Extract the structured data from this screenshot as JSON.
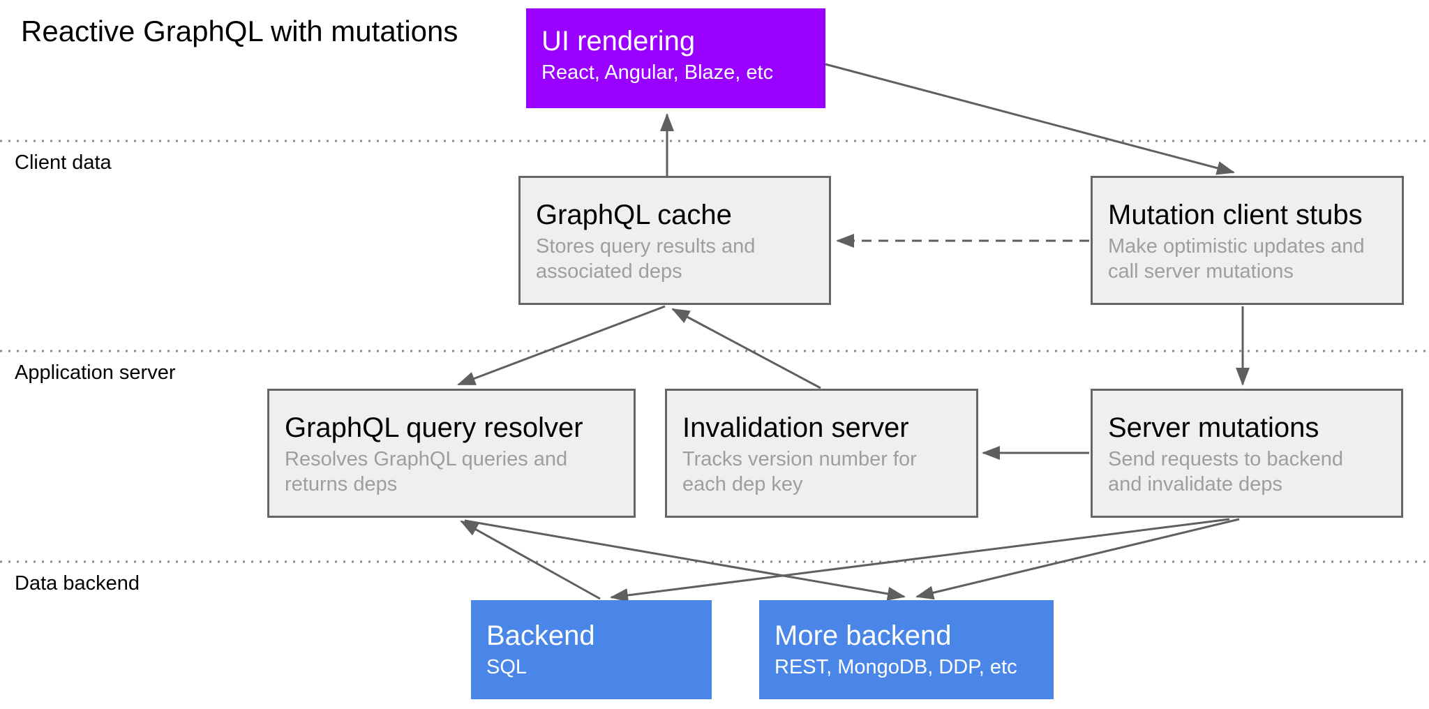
{
  "title": "Reactive GraphQL with mutations",
  "sections": {
    "client_data": {
      "label": "Client data"
    },
    "application_server": {
      "label": "Application server"
    },
    "data_backend": {
      "label": "Data backend"
    }
  },
  "nodes": {
    "ui_rendering": {
      "title": "UI rendering",
      "subtitle": "React, Angular, Blaze, etc",
      "color": "#9900ff"
    },
    "graphql_cache": {
      "title": "GraphQL cache",
      "subtitle": "Stores query results and associated deps",
      "color": "#efefef"
    },
    "mutation_client_stubs": {
      "title": "Mutation client stubs",
      "subtitle": "Make optimistic updates and call server mutations",
      "color": "#efefef"
    },
    "graphql_query_resolver": {
      "title": "GraphQL query resolver",
      "subtitle": "Resolves GraphQL queries and returns deps",
      "color": "#efefef"
    },
    "invalidation_server": {
      "title": "Invalidation server",
      "subtitle": "Tracks version number for each dep key",
      "color": "#efefef"
    },
    "server_mutations": {
      "title": "Server mutations",
      "subtitle": "Send requests to backend and invalidate deps",
      "color": "#efefef"
    },
    "backend": {
      "title": "Backend",
      "subtitle": "SQL",
      "color": "#4a86e8"
    },
    "more_backend": {
      "title": "More backend",
      "subtitle": "REST, MongoDB, DDP, etc",
      "color": "#4a86e8"
    }
  },
  "edges": [
    {
      "from": "graphql_cache",
      "to": "ui_rendering",
      "style": "solid"
    },
    {
      "from": "ui_rendering",
      "to": "mutation_client_stubs",
      "style": "solid"
    },
    {
      "from": "mutation_client_stubs",
      "to": "graphql_cache",
      "style": "dashed"
    },
    {
      "from": "mutation_client_stubs",
      "to": "server_mutations",
      "style": "solid"
    },
    {
      "from": "graphql_cache",
      "to": "graphql_query_resolver",
      "style": "solid"
    },
    {
      "from": "invalidation_server",
      "to": "graphql_cache",
      "style": "solid"
    },
    {
      "from": "server_mutations",
      "to": "invalidation_server",
      "style": "solid"
    },
    {
      "from": "backend",
      "to": "graphql_query_resolver",
      "style": "solid"
    },
    {
      "from": "graphql_query_resolver",
      "to": "more_backend",
      "style": "solid"
    },
    {
      "from": "server_mutations",
      "to": "backend",
      "style": "solid"
    },
    {
      "from": "server_mutations",
      "to": "more_backend",
      "style": "solid"
    }
  ],
  "colors": {
    "accent_purple": "#9900ff",
    "accent_blue": "#4a86e8",
    "node_fill_gray": "#efefef",
    "node_border": "#666666",
    "arrow": "#5f5f5f",
    "subtitle_text": "#9e9e9e",
    "divider": "#8a8a8a",
    "text": "#000000"
  }
}
